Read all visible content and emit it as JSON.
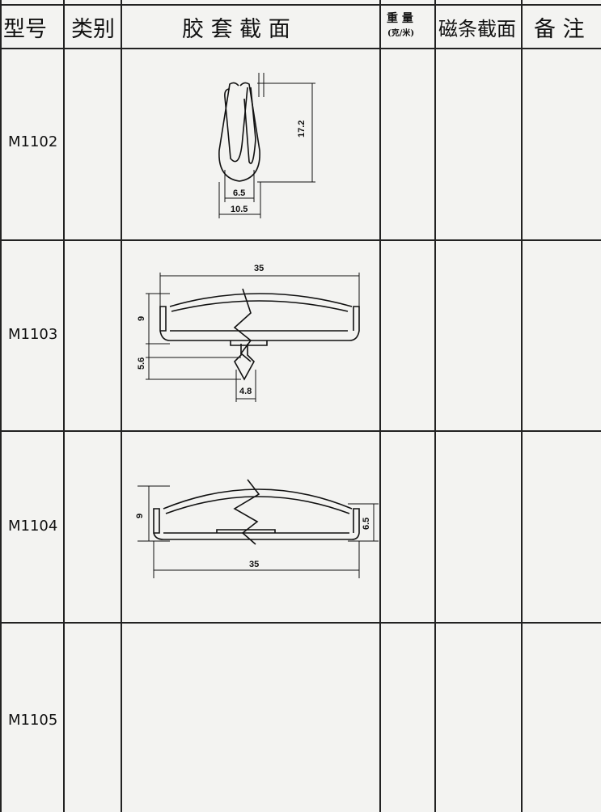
{
  "header": {
    "col_model": "型号",
    "col_type": "类别",
    "col_section": "胶 套 截 面",
    "col_weight_top": "重 量",
    "col_weight_bottom": "(克/米)",
    "col_magnet": "磁条截面",
    "col_note": "备 注"
  },
  "rows": [
    {
      "model": "M1102",
      "dims": {
        "height": "17.2",
        "inner": "6.5",
        "outer": "10.5"
      }
    },
    {
      "model": "M1103",
      "dims": {
        "width": "35",
        "height": "9",
        "clip_height": "5.6",
        "clip_width": "4.8"
      }
    },
    {
      "model": "M1104",
      "dims": {
        "width": "35",
        "height": "9",
        "side": "6.5"
      }
    },
    {
      "model": "M1105"
    }
  ]
}
